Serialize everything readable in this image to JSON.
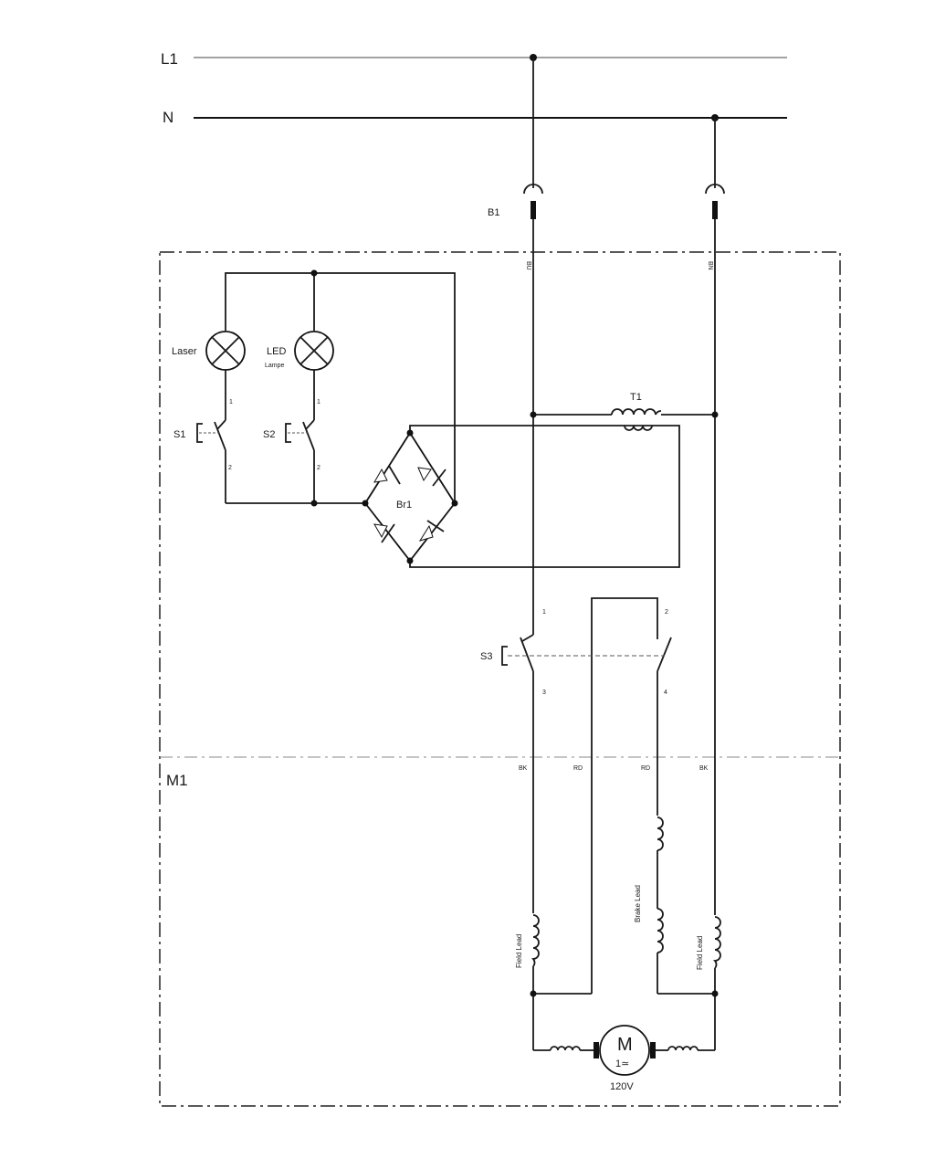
{
  "rails": {
    "l1": "L1",
    "n": "N"
  },
  "plug": {
    "label": "B1"
  },
  "wire_colors": {
    "left_feed": "BU",
    "right_feed": "BN",
    "bk_left": "BK",
    "rd_left": "RD",
    "rd_right": "RD",
    "bk_right": "BK"
  },
  "lamps": {
    "laser": {
      "label": "Laser",
      "pin_top": "1",
      "pin_bottom": "2"
    },
    "led": {
      "label": "LED",
      "sublabel": "Lampe",
      "pin_top": "1",
      "pin_bottom": "2"
    }
  },
  "switches": {
    "s1": "S1",
    "s2": "S2",
    "s3": "S3"
  },
  "s3_pins": {
    "p1": "1",
    "p2": "2",
    "p3": "3",
    "p4": "4"
  },
  "transformer": {
    "label": "T1"
  },
  "rectifier": {
    "label": "Br1"
  },
  "motor_section": {
    "label": "M1"
  },
  "coils": {
    "field_left": "Field Lead",
    "brake": "Brake Lead",
    "field_right": "Field Lead"
  },
  "motor": {
    "symbol": "M",
    "subsymbol": "1≃",
    "voltage": "120V"
  },
  "colors": {
    "line": "#1a1a1a",
    "grid": "#888888",
    "background": "#ffffff"
  }
}
